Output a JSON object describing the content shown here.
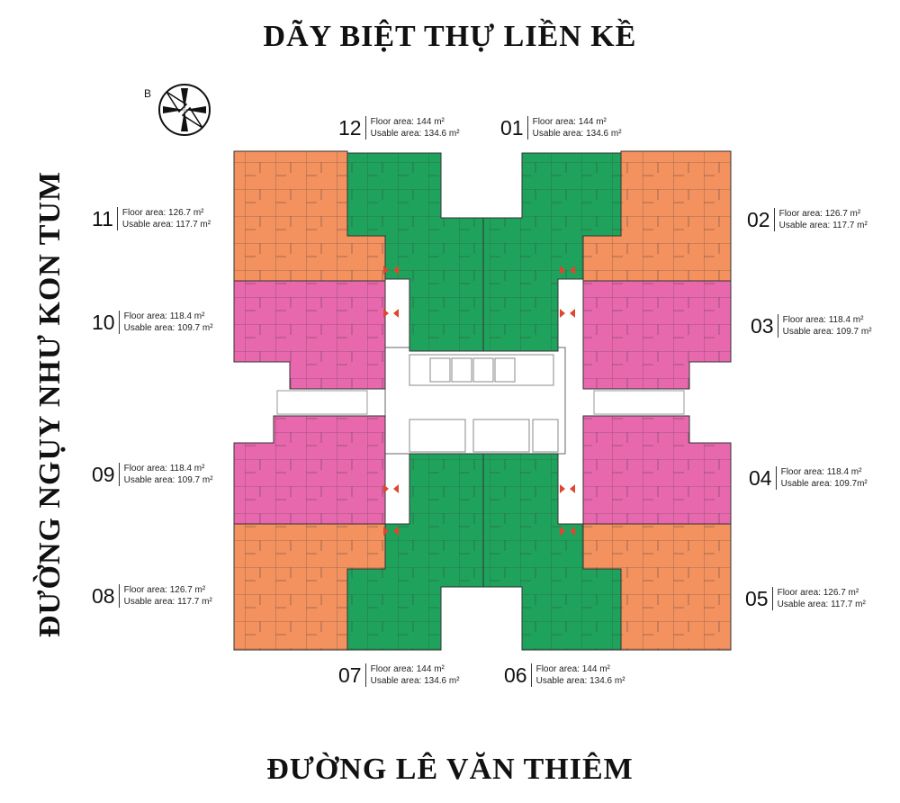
{
  "streets": {
    "top": "DÃY BIỆT THỰ LIỀN KỀ",
    "left": "ĐƯỜNG NGỤY NHƯ KON TUM",
    "bottom": "ĐƯỜNG LÊ VĂN THIÊM"
  },
  "compass": {
    "letter": "B",
    "icon": "compass-rose-icon"
  },
  "units": [
    {
      "num": "12",
      "floor": "Floor area: 144 m²",
      "usable": "Usable area: 134.6 m²",
      "color": "#1fa35c"
    },
    {
      "num": "01",
      "floor": "Floor area: 144 m²",
      "usable": "Usable area: 134.6 m²",
      "color": "#1fa35c"
    },
    {
      "num": "11",
      "floor": "Floor area: 126.7 m²",
      "usable": "Usable area: 117.7 m²",
      "color": "#f3915f"
    },
    {
      "num": "02",
      "floor": "Floor area: 126.7 m²",
      "usable": "Usable area: 117.7 m²",
      "color": "#f3915f"
    },
    {
      "num": "10",
      "floor": "Floor area: 118.4 m²",
      "usable": "Usable area: 109.7 m²",
      "color": "#e868ae"
    },
    {
      "num": "03",
      "floor": "Floor area: 118.4 m²",
      "usable": "Usable area: 109.7 m²",
      "color": "#e868ae"
    },
    {
      "num": "09",
      "floor": "Floor area: 118.4 m²",
      "usable": "Usable area: 109.7 m²",
      "color": "#e868ae"
    },
    {
      "num": "04",
      "floor": "Floor area: 118.4 m²",
      "usable": "Usable area: 109.7m²",
      "color": "#e868ae"
    },
    {
      "num": "08",
      "floor": "Floor area: 126.7 m²",
      "usable": "Usable area: 117.7 m²",
      "color": "#f3915f"
    },
    {
      "num": "05",
      "floor": "Floor area: 126.7 m²",
      "usable": "Usable area: 117.7 m²",
      "color": "#f3915f"
    },
    {
      "num": "07",
      "floor": "Floor area: 144 m²",
      "usable": "Usable area: 134.6 m²",
      "color": "#1fa35c"
    },
    {
      "num": "06",
      "floor": "Floor area: 144 m²",
      "usable": "Usable area: 134.6 m²",
      "color": "#1fa35c"
    }
  ],
  "colors": {
    "green": "#1fa35c",
    "orange": "#f3915f",
    "pink": "#e868ae",
    "arrow": "#e0452f"
  }
}
